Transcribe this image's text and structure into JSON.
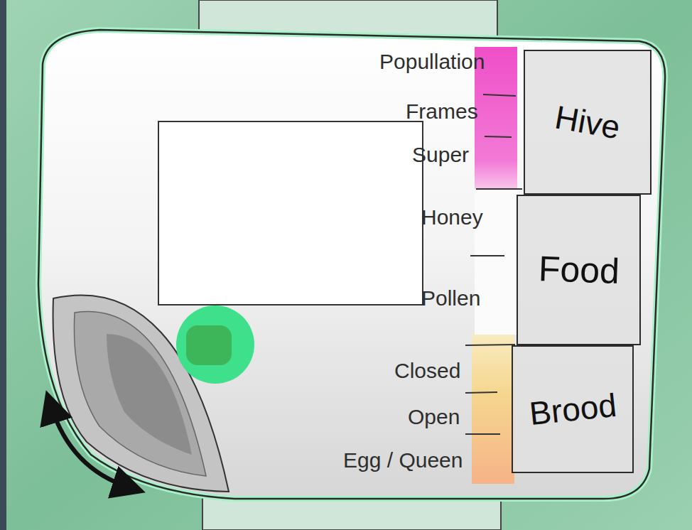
{
  "diagram": {
    "nodes": [
      {
        "text": [
          "Hive"
        ]
      },
      {
        "text": [
          "Food"
        ]
      },
      {
        "text": [
          "Brood"
        ]
      }
    ],
    "labels": [
      "Popullation",
      "Frames",
      "Super",
      "Honey",
      "Pollen",
      "Closed",
      "Open",
      "Egg / Queen"
    ]
  }
}
